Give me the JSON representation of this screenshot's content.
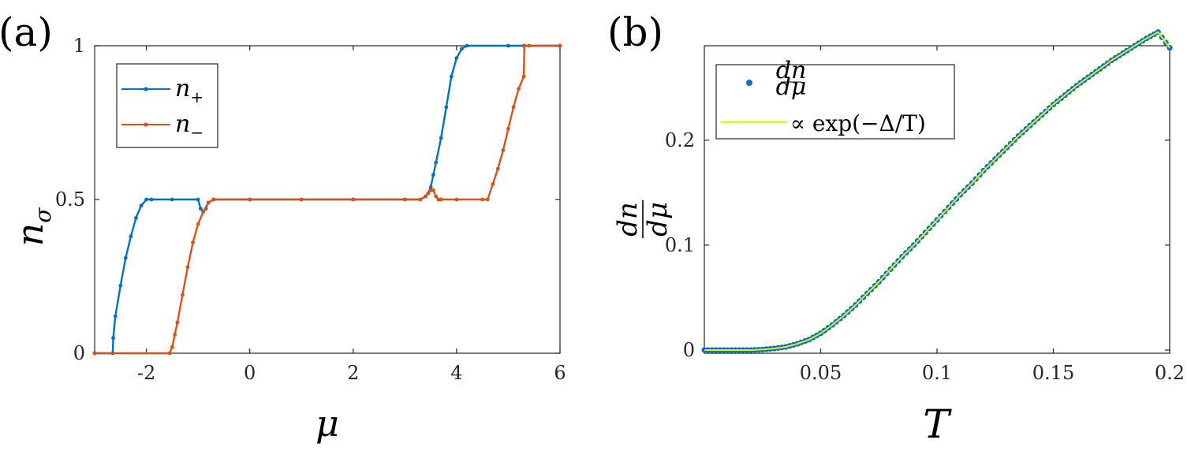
{
  "colors": {
    "blue": "#0072BD",
    "orange": "#D95319",
    "yellow": "#E6F020",
    "green": "#2E8B57",
    "axis": "#262626"
  },
  "chart_data": [
    {
      "panel": "(a)",
      "type": "line",
      "xlabel": "μ",
      "ylabel": "n",
      "ylabel_sub": "σ",
      "xlim": [
        -3,
        6
      ],
      "ylim": [
        0,
        1
      ],
      "xticks": [
        -2,
        0,
        2,
        4,
        6
      ],
      "xtick_labels": [
        "-2",
        "0",
        "2",
        "4",
        "6"
      ],
      "yticks": [
        0,
        0.5,
        1
      ],
      "ytick_labels": [
        "0",
        "0.5",
        "1"
      ],
      "legend": {
        "position": "top-left"
      },
      "series": [
        {
          "name": "n₊",
          "name_base": "n",
          "name_sub": "+",
          "color": "#0072BD",
          "x": [
            -3.0,
            -2.65,
            -2.64,
            -2.6,
            -2.5,
            -2.4,
            -2.3,
            -2.2,
            -2.1,
            -2.0,
            -1.9,
            -1.5,
            -1.0,
            -0.95,
            -0.9,
            -0.85,
            -0.8,
            -0.7,
            0,
            1,
            2,
            3,
            3.3,
            3.4,
            3.45,
            3.5,
            3.55,
            3.6,
            3.7,
            3.8,
            3.9,
            4.0,
            4.1,
            4.2,
            5.0,
            5.3,
            6.0
          ],
          "y": [
            0.0,
            0.0,
            0.05,
            0.12,
            0.22,
            0.31,
            0.38,
            0.44,
            0.48,
            0.5,
            0.5,
            0.5,
            0.5,
            0.47,
            0.46,
            0.47,
            0.49,
            0.5,
            0.5,
            0.5,
            0.5,
            0.5,
            0.5,
            0.51,
            0.52,
            0.54,
            0.58,
            0.62,
            0.7,
            0.8,
            0.9,
            0.96,
            0.99,
            1.0,
            1.0,
            1.0,
            1.0
          ]
        },
        {
          "name": "n₋",
          "name_base": "n",
          "name_sub": "−",
          "color": "#D95319",
          "x": [
            -3.0,
            -1.55,
            -1.5,
            -1.45,
            -1.4,
            -1.3,
            -1.2,
            -1.1,
            -1.0,
            -0.9,
            -0.8,
            -0.7,
            0,
            1,
            2,
            3,
            3.3,
            3.4,
            3.45,
            3.5,
            3.55,
            3.6,
            3.65,
            3.7,
            4.0,
            4.5,
            4.6,
            4.7,
            4.8,
            4.9,
            5.0,
            5.1,
            5.2,
            5.3,
            5.31,
            5.4,
            6.0
          ],
          "y": [
            0.0,
            0.0,
            0.02,
            0.06,
            0.1,
            0.19,
            0.28,
            0.36,
            0.42,
            0.46,
            0.49,
            0.5,
            0.5,
            0.5,
            0.5,
            0.5,
            0.5,
            0.51,
            0.52,
            0.53,
            0.53,
            0.51,
            0.5,
            0.5,
            0.5,
            0.5,
            0.5,
            0.55,
            0.6,
            0.66,
            0.73,
            0.8,
            0.86,
            0.9,
            1.0,
            1.0,
            1.0
          ]
        }
      ]
    },
    {
      "panel": "(b)",
      "type": "scatter",
      "xlabel": "T",
      "ylabel_num": "dn",
      "ylabel_den": "dμ",
      "xlim": [
        0,
        0.2
      ],
      "ylim": [
        -0.003,
        0.29
      ],
      "xticks": [
        0.05,
        0.1,
        0.15,
        0.2
      ],
      "xtick_labels": [
        "0.05",
        "0.1",
        "0.15",
        "0.2"
      ],
      "yticks": [
        0,
        0.1,
        0.2
      ],
      "ytick_labels": [
        "0",
        "0.1",
        "0.2"
      ],
      "legend": {
        "position": "top-left"
      },
      "series": [
        {
          "name": "dn/dμ",
          "name_num": "dn",
          "name_den": "dμ",
          "style": "markers",
          "color": "#0072BD",
          "x": [
            0.0,
            0.005,
            0.01,
            0.015,
            0.02,
            0.025,
            0.03,
            0.035,
            0.04,
            0.045,
            0.05,
            0.055,
            0.06,
            0.065,
            0.07,
            0.075,
            0.08,
            0.085,
            0.09,
            0.095,
            0.1,
            0.105,
            0.11,
            0.115,
            0.12,
            0.125,
            0.13,
            0.135,
            0.14,
            0.145,
            0.15,
            0.155,
            0.16,
            0.165,
            0.17,
            0.175,
            0.18,
            0.185,
            0.19,
            0.195,
            0.2
          ],
          "y": [
            0.0,
            0.0,
            0.0,
            0.0,
            0.0,
            0.0005,
            0.0015,
            0.003,
            0.006,
            0.01,
            0.016,
            0.024,
            0.033,
            0.043,
            0.054,
            0.065,
            0.077,
            0.089,
            0.1,
            0.112,
            0.124,
            0.136,
            0.148,
            0.159,
            0.171,
            0.182,
            0.193,
            0.204,
            0.214,
            0.224,
            0.234,
            0.243,
            0.252,
            0.26,
            0.268,
            0.276,
            0.283,
            0.29,
            0.297,
            0.303,
            0.288
          ]
        },
        {
          "name": "∝ exp(−Δ/T)",
          "style": "line",
          "color": "#E6F020"
        }
      ]
    }
  ]
}
